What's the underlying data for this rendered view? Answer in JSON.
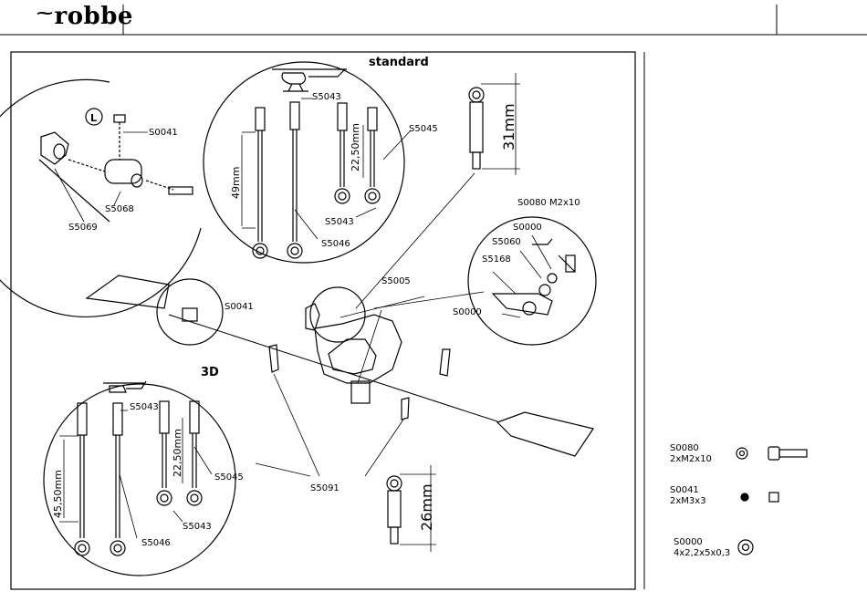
{
  "header": {
    "logo_text": "robbe",
    "logo_mark": "⁓"
  },
  "callouts": {
    "standard_title": "standard",
    "threed_title": "3D",
    "s0041_a": "S0041",
    "s5068": "S5068",
    "s5069": "S5069",
    "s0041_b": "S0041",
    "s5043_std_a": "S5043",
    "s5045_std": "S5045",
    "s5043_std_b": "S5043",
    "s5046_std": "S5046",
    "dim_49": "49mm",
    "dim_2250_std": "22,50mm",
    "s5005": "S5005",
    "dim_31": "31mm",
    "s0080_m2x10": "S0080 M2x10",
    "s0000_a": "S0000",
    "s5060": "S5060",
    "s5168": "S5168",
    "s0000_b": "S0000",
    "s5043_3d_a": "S5043",
    "s5045_3d": "S5045",
    "s5043_3d_b": "S5043",
    "s5046_3d": "S5046",
    "dim_4550": "45,50mm",
    "dim_2250_3d": "22,50mm",
    "s5091": "S5091",
    "dim_26": "26mm"
  },
  "parts_legend": [
    {
      "code": "S0080",
      "desc": "2xM2x10"
    },
    {
      "code": "S0041",
      "desc": "2xM3x3"
    },
    {
      "code": "S0000",
      "desc": "4x2,2x5x0,3"
    }
  ]
}
